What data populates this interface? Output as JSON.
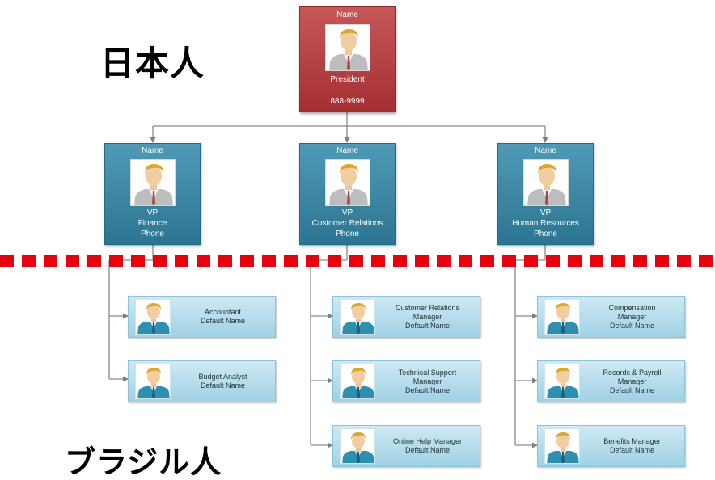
{
  "labels": {
    "top_group": "日本人",
    "bottom_group": "ブラジル人"
  },
  "colors": {
    "president_fill": "#b03a3e",
    "vp_fill": "#3a87a5",
    "employee_fill": "#b6dfee",
    "divider": "#e8000f",
    "connector": "#7f7f7f"
  },
  "president": {
    "name": "Name",
    "title": "President",
    "phone": "888-9999",
    "photo_icon": "person-photo-icon"
  },
  "vps": [
    {
      "name": "Name",
      "title": "VP",
      "dept": "Finance",
      "phone": "Phone"
    },
    {
      "name": "Name",
      "title": "VP",
      "dept": "Customer Relations",
      "phone": "Phone"
    },
    {
      "name": "Name",
      "title": "VP",
      "dept": "Human Resources",
      "phone": "Phone"
    }
  ],
  "employees": [
    [
      {
        "lines": [
          "Accountant",
          "Default Name"
        ]
      },
      {
        "lines": [
          "Budget Analyst",
          "Default Name"
        ]
      }
    ],
    [
      {
        "lines": [
          "Customer Relations",
          "Manager",
          "Default Name"
        ]
      },
      {
        "lines": [
          "Technical Support",
          "Manager",
          "Default Name"
        ]
      },
      {
        "lines": [
          "Online Help Manager",
          "Default Name"
        ]
      }
    ],
    [
      {
        "lines": [
          "Compensation",
          "Manager",
          "Default Name"
        ]
      },
      {
        "lines": [
          "Records & Payroll",
          "Manager",
          "Default Name"
        ]
      },
      {
        "lines": [
          "Benefits Manager",
          "Default Name"
        ]
      }
    ]
  ]
}
